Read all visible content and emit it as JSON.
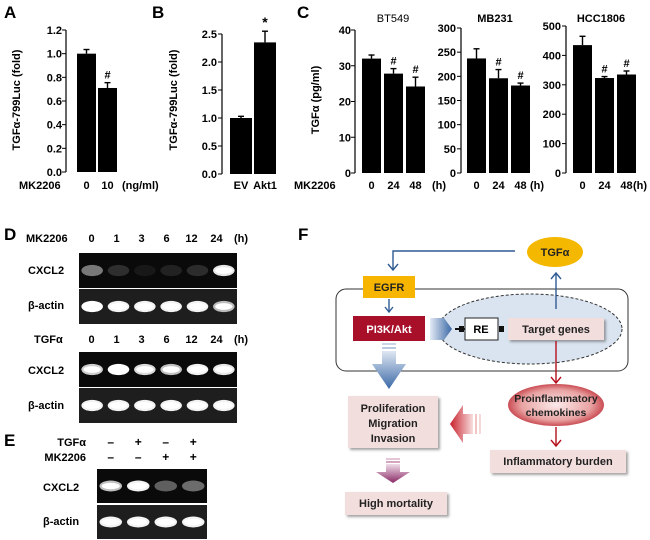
{
  "panel_labels": {
    "A": "A",
    "B": "B",
    "C": "C",
    "D": "D",
    "E": "E",
    "F": "F"
  },
  "chart_data": [
    {
      "id": "A",
      "type": "bar",
      "title": "",
      "ylabel": "TGFα-799Luc (fold)",
      "xlabel_prefix": "MK2206",
      "x_unit": "(ng/ml)",
      "categories": [
        "0",
        "10"
      ],
      "values": [
        1.0,
        0.71
      ],
      "errors": [
        0.035,
        0.045
      ],
      "annotations": [
        "",
        "#"
      ],
      "ylim": [
        0,
        1.2
      ],
      "yticks": [
        "0.0",
        "0.2",
        "0.4",
        "0.6",
        "0.8",
        "1.0",
        "1.2"
      ],
      "bar_color": "#000000"
    },
    {
      "id": "B",
      "type": "bar",
      "title": "",
      "ylabel": "TGFα-799Luc (fold)",
      "xlabel_prefix": "",
      "x_unit": "",
      "categories": [
        "EV",
        "Akt1"
      ],
      "values": [
        1.0,
        2.35
      ],
      "errors": [
        0.03,
        0.2
      ],
      "annotations": [
        "",
        "*"
      ],
      "ylim": [
        0,
        2.5
      ],
      "yticks": [
        "0.0",
        "0.5",
        "1.0",
        "1.5",
        "2.0",
        "2.5"
      ],
      "bar_color": "#000000"
    },
    {
      "id": "C1",
      "type": "bar",
      "title": "BT549",
      "ylabel": "TGFα (pg/ml)",
      "xlabel_prefix": "MK2206",
      "x_unit": "(h)",
      "categories": [
        "0",
        "24",
        "48"
      ],
      "values": [
        32,
        27.8,
        24.2
      ],
      "errors": [
        1.0,
        1.4,
        2.6
      ],
      "annotations": [
        "",
        "#",
        "#"
      ],
      "ylim": [
        0,
        40
      ],
      "yticks": [
        "0",
        "10",
        "20",
        "30",
        "40"
      ],
      "bar_color": "#000000"
    },
    {
      "id": "C2",
      "type": "bar",
      "title": "MB231",
      "ylabel": "",
      "xlabel_prefix": "",
      "x_unit": "(h)",
      "categories": [
        "0",
        "24",
        "48"
      ],
      "values": [
        237,
        196,
        181
      ],
      "errors": [
        20,
        18,
        5
      ],
      "annotations": [
        "",
        "#",
        "#"
      ],
      "ylim": [
        0,
        300
      ],
      "yticks": [
        "0",
        "50",
        "100",
        "150",
        "200",
        "250",
        "300"
      ],
      "bar_color": "#000000"
    },
    {
      "id": "C3",
      "type": "bar",
      "title": "HCC1806",
      "ylabel": "",
      "xlabel_prefix": "",
      "x_unit": "(h)",
      "categories": [
        "0",
        "24",
        "48"
      ],
      "values": [
        435,
        323,
        335
      ],
      "errors": [
        30,
        5,
        12
      ],
      "annotations": [
        "",
        "#",
        "#"
      ],
      "ylim": [
        0,
        500
      ],
      "yticks": [
        "0",
        "100",
        "200",
        "300",
        "400",
        "500"
      ],
      "bar_color": "#000000"
    }
  ],
  "gels": {
    "D_top": {
      "treatment_label": "MK2206",
      "lanes": [
        "0",
        "1",
        "3",
        "6",
        "12"
      ],
      "last_lane": "24",
      "unit": "(h)",
      "rows": [
        {
          "label": "CXCL2",
          "intensities": [
            0.45,
            0.15,
            0.06,
            0.1,
            0.14,
            0.9
          ]
        },
        {
          "label": "β-actin",
          "intensities": [
            1.0,
            0.95,
            0.95,
            0.95,
            0.95,
            0.7
          ]
        }
      ]
    },
    "D_bottom": {
      "treatment_label": "TGFα",
      "lanes": [
        "0",
        "1",
        "3",
        "6",
        "12"
      ],
      "last_lane": "24",
      "unit": "(h)",
      "rows": [
        {
          "label": "CXCL2",
          "intensities": [
            0.8,
            1.0,
            0.85,
            0.75,
            0.95,
            0.9
          ]
        },
        {
          "label": "β-actin",
          "intensities": [
            0.95,
            0.95,
            0.95,
            0.95,
            0.95,
            0.95
          ]
        }
      ]
    },
    "E": {
      "conditions": [
        {
          "label": "TGFα",
          "values": [
            "–",
            "+",
            "–",
            "+"
          ]
        },
        {
          "label": "MK2206",
          "values": [
            "–",
            "–",
            "+",
            "+"
          ]
        }
      ],
      "rows": [
        {
          "label": "CXCL2",
          "intensities": [
            0.75,
            0.95,
            0.35,
            0.4
          ]
        },
        {
          "label": "β-actin",
          "intensities": [
            0.95,
            0.95,
            0.95,
            0.95
          ]
        }
      ]
    }
  },
  "diagram": {
    "tgfa": "TGFα",
    "egfr": "EGFR",
    "pi3k": "PI3K/Akt",
    "re": "RE",
    "target_genes": "Target genes",
    "proinflammatory_line1": "Proinflammatory",
    "proinflammatory_line2": "chemokines",
    "proliferation_line1": "Proliferation",
    "proliferation_line2": "Migration",
    "proliferation_line3": "Invasion",
    "inflammatory_burden": "Inflammatory burden",
    "high_mortality": "High mortality",
    "colors": {
      "tgfa": "#f5b800",
      "egfr": "#f7b500",
      "pi3k": "#a8102a",
      "blue_arrow": "#2e5a93",
      "red_arrow": "#b4101c",
      "pink_box": "#f3dede",
      "purple_arrow": "#8a2a66"
    }
  }
}
